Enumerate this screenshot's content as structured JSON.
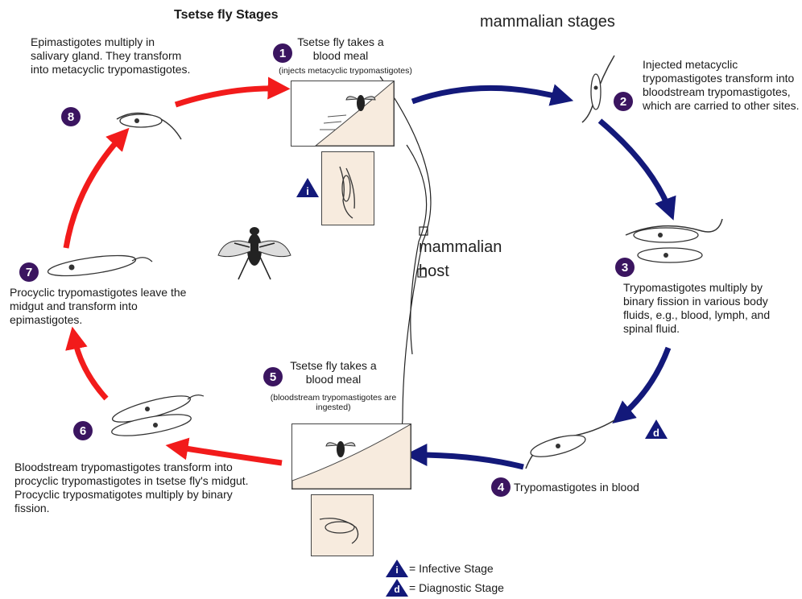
{
  "titles": {
    "tsetse": "Tsetse fly Stages",
    "mammalian": "mammalian stages",
    "host": "mammalian host"
  },
  "steps": [
    {
      "num": "1",
      "text": "Tsetse fly takes a blood meal",
      "note": "(injects metacyclic trypomastigotes)"
    },
    {
      "num": "2",
      "text": "Injected metacyclic trypomastigotes transform into bloodstream trypomastigotes, which are carried to other sites."
    },
    {
      "num": "3",
      "text": "Trypomastigotes multiply by binary fission in various body fluids, e.g., blood, lymph, and spinal fluid."
    },
    {
      "num": "4",
      "text": "Trypomastigotes in blood"
    },
    {
      "num": "5",
      "text": "Tsetse fly takes a blood meal",
      "note": "(bloodstream trypomastigotes are ingested)"
    },
    {
      "num": "6",
      "text": "Bloodstream trypomastigotes transform into procyclic trypomastigotes in tsetse fly's midgut. Procyclic tryposmatigotes multiply by binary fission."
    },
    {
      "num": "7",
      "text": "Procyclic trypomastigotes leave the midgut and transform into epimastigotes."
    },
    {
      "num": "8",
      "text": "Epimastigotes multiply in salivary gland. They transform into metacyclic trypomastigotes."
    }
  ],
  "legend": {
    "infective_letter": "i",
    "infective_label": "= Infective Stage",
    "diagnostic_letter": "d",
    "diagnostic_label": "= Diagnostic Stage"
  },
  "colors": {
    "red_arrow": "#f21b1b",
    "blue_arrow": "#13197a",
    "step_badge": "#3b1560",
    "skin_panel": "#f7ebde"
  }
}
